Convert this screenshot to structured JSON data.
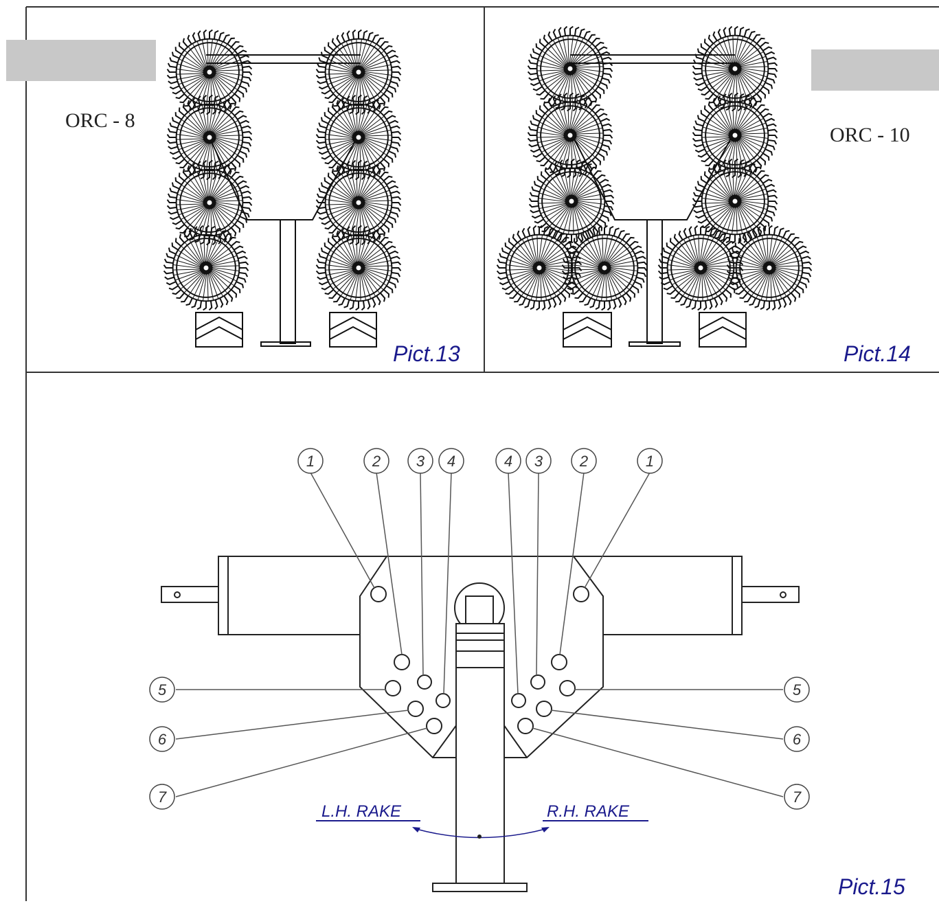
{
  "panels": {
    "pict13": {
      "caption": "Pict.13",
      "model": "ORC - 8"
    },
    "pict14": {
      "caption": "Pict.14",
      "model": "ORC - 10"
    },
    "pict15": {
      "caption": "Pict.15",
      "left_rake": "L.H. RAKE",
      "right_rake": "R.H. RAKE",
      "top_callouts_left": [
        "1",
        "2",
        "3",
        "4"
      ],
      "top_callouts_right": [
        "4",
        "3",
        "2",
        "1"
      ],
      "side_callouts": [
        "5",
        "6",
        "7"
      ]
    }
  },
  "colors": {
    "line": "#222222",
    "caption": "#1a1a8c",
    "redaction": "#c8c8c8",
    "rake_line": "#1a1a8c"
  }
}
